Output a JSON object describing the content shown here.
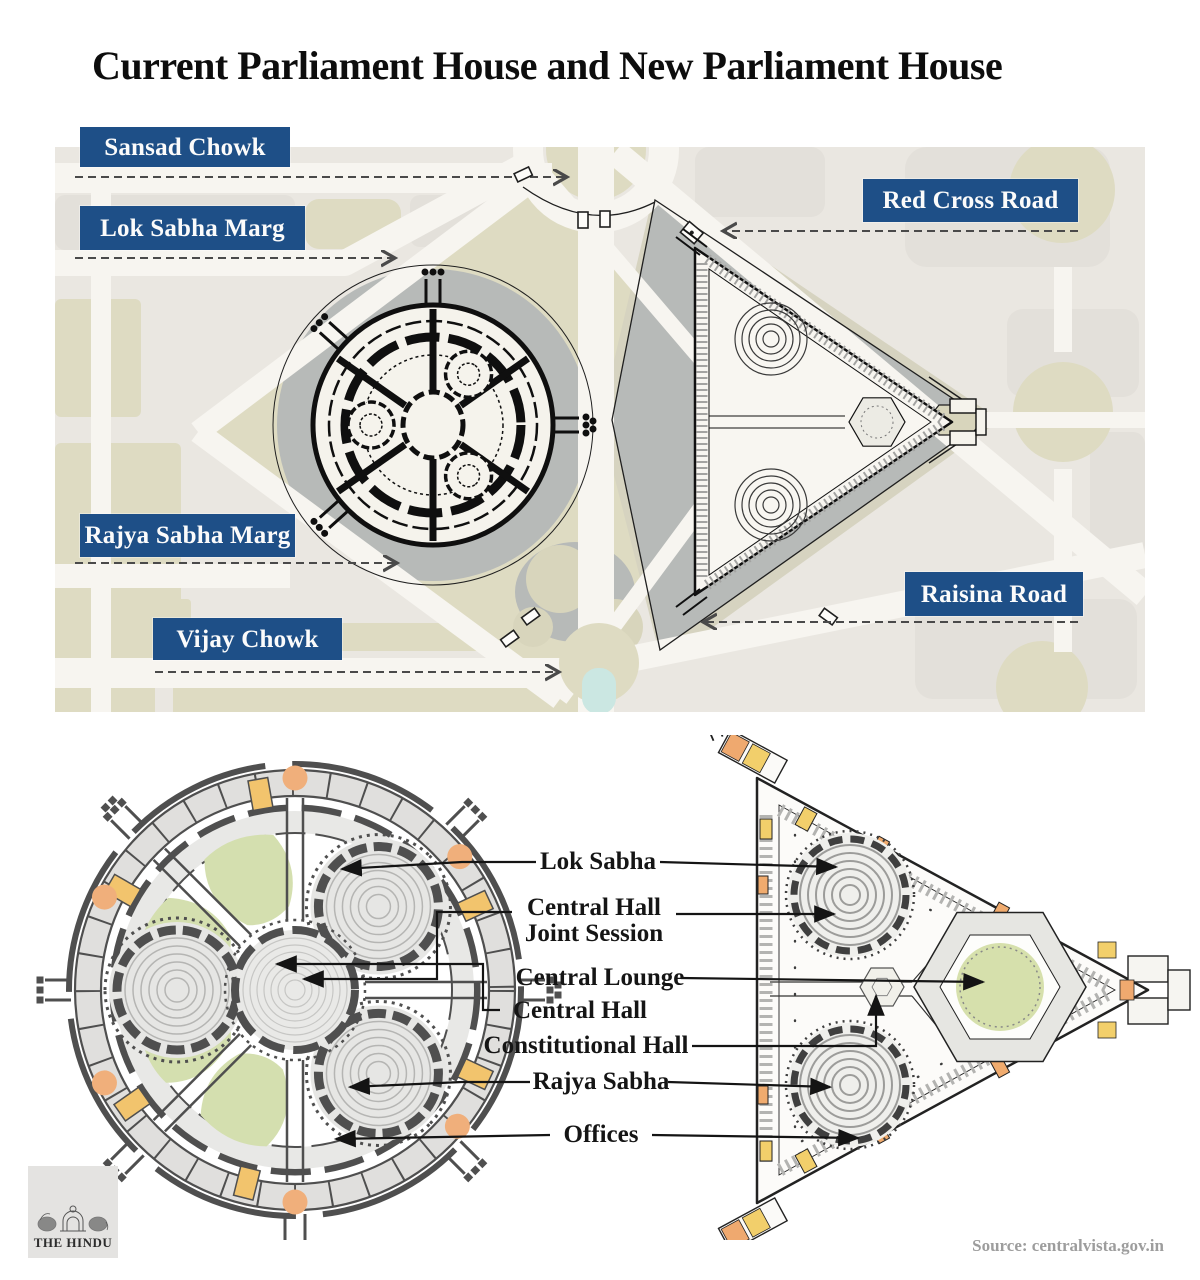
{
  "title": "Current Parliament House and New Parliament House",
  "map": {
    "road_labels": [
      {
        "id": "sansad-chowk",
        "label": "Sansad Chowk"
      },
      {
        "id": "lok-sabha-marg",
        "label": "Lok Sabha Marg"
      },
      {
        "id": "red-cross-road",
        "label": "Red Cross Road"
      },
      {
        "id": "rajya-sabha-marg",
        "label": "Rajya Sabha Marg"
      },
      {
        "id": "vijay-chowk",
        "label": "Vijay Chowk"
      },
      {
        "id": "raisina-road",
        "label": "Raisina Road"
      }
    ]
  },
  "plans": {
    "annotations": [
      {
        "id": "lok-sabha",
        "label": "Lok Sabha"
      },
      {
        "id": "central-hall-joint-session",
        "label": "Central Hall",
        "label2": "Joint Session"
      },
      {
        "id": "central-lounge",
        "label": "Central Lounge"
      },
      {
        "id": "central-hall",
        "label": "Central Hall"
      },
      {
        "id": "constitutional-hall",
        "label": "Constitutional Hall"
      },
      {
        "id": "rajya-sabha",
        "label": "Rajya Sabha"
      },
      {
        "id": "offices",
        "label": "Offices"
      }
    ]
  },
  "footer": {
    "logo_text": "THE HINDU",
    "source": "Source: centralvista.gov.in"
  },
  "colors": {
    "label_bg": "#1e4f87",
    "label_text": "#fbfbfb",
    "wall_dark": "#4f4f4f",
    "accent_yellow": "#f2c46d",
    "accent_orange": "#f0af7b",
    "lawn_green": "#d4dfaf",
    "plot_khaki": "#dedbc2",
    "plot_gray": "#b7bab8",
    "road": "#f7f5f0",
    "land": "#eae7e1",
    "pond": "#cbe7e2",
    "arrow": "#4a4a4a"
  }
}
